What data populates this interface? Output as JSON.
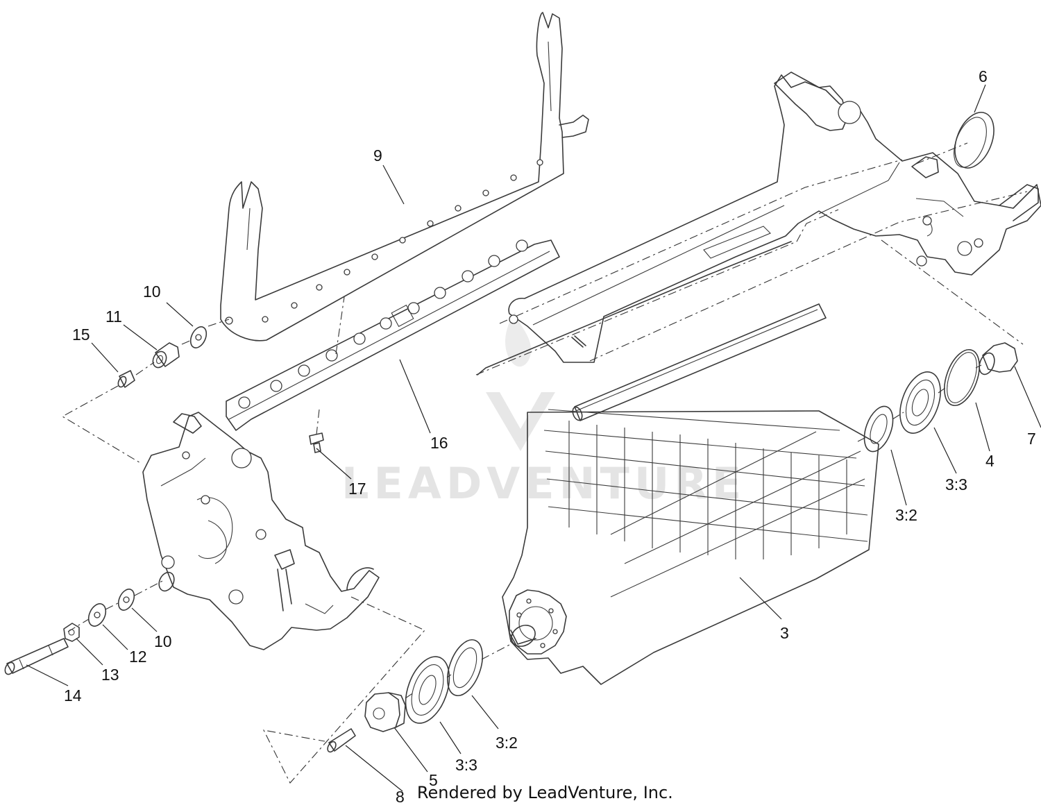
{
  "watermark": {
    "text": "LEADVENTURE"
  },
  "footer": {
    "credit": "Rendered by LeadVenture, Inc."
  },
  "callouts": [
    {
      "id": "c6",
      "label": "6"
    },
    {
      "id": "c9",
      "label": "9"
    },
    {
      "id": "c10a",
      "label": "10"
    },
    {
      "id": "c11",
      "label": "11"
    },
    {
      "id": "c15",
      "label": "15"
    },
    {
      "id": "c16",
      "label": "16"
    },
    {
      "id": "c17",
      "label": "17"
    },
    {
      "id": "c7",
      "label": "7"
    },
    {
      "id": "c4",
      "label": "4"
    },
    {
      "id": "c33a",
      "label": "3:3"
    },
    {
      "id": "c32a",
      "label": "3:2"
    },
    {
      "id": "c3",
      "label": "3"
    },
    {
      "id": "c10b",
      "label": "10"
    },
    {
      "id": "c12",
      "label": "12"
    },
    {
      "id": "c13",
      "label": "13"
    },
    {
      "id": "c14",
      "label": "14"
    },
    {
      "id": "c32b",
      "label": "3:2"
    },
    {
      "id": "c33b",
      "label": "3:3"
    },
    {
      "id": "c5",
      "label": "5"
    },
    {
      "id": "c8",
      "label": "8"
    }
  ]
}
